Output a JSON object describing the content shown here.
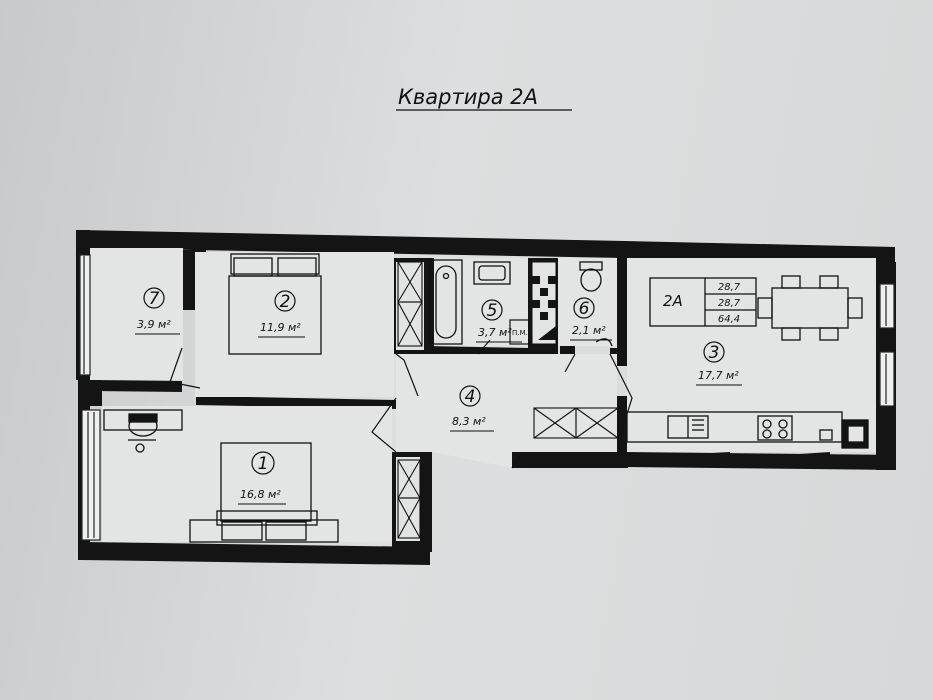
{
  "title": "Квартира 2А",
  "rooms": [
    {
      "id": "room-1",
      "number": "1",
      "area": "16,8 м²"
    },
    {
      "id": "room-2",
      "number": "2",
      "area": "11,9 м²"
    },
    {
      "id": "room-3",
      "number": "3",
      "area": "17,7 м²"
    },
    {
      "id": "room-4",
      "number": "4",
      "area": "8,3 м²"
    },
    {
      "id": "room-5",
      "number": "5",
      "area": "3,7 м²"
    },
    {
      "id": "room-6",
      "number": "6",
      "area": "2,1 м²"
    },
    {
      "id": "room-7",
      "number": "7",
      "area": "3,9 м²"
    }
  ],
  "washer_label": "П.М.",
  "summary": {
    "code": "2А",
    "values": [
      "28,7",
      "28,7",
      "64,4"
    ]
  }
}
